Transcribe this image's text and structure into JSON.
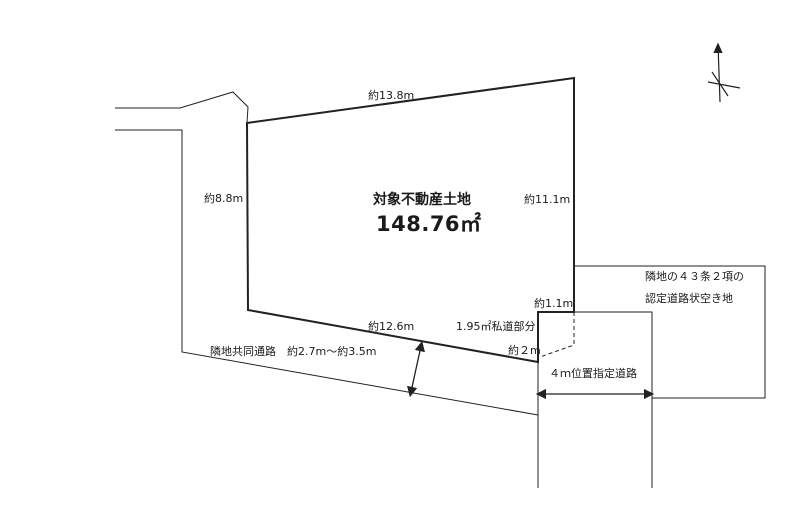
{
  "plan": {
    "title": "対象不動産土地",
    "area_value": "148.76",
    "area_unit": "㎡",
    "dims": {
      "top": "約13.8m",
      "left": "約8.8m",
      "right": "約11.1m",
      "bottom": "約12.6m",
      "right_lower": "約1.1m",
      "corner": "約２m"
    },
    "private_road": "1.95㎡私道部分",
    "shared_path": "隣地共同通路　約2.7m～約3.5m",
    "designated_road": "４ｍ位置指定道路",
    "neighbor_lot_line1": "隣地の４３条２項の",
    "neighbor_lot_line2": "認定道路状空き地",
    "north_arrow": "north-arrow"
  }
}
